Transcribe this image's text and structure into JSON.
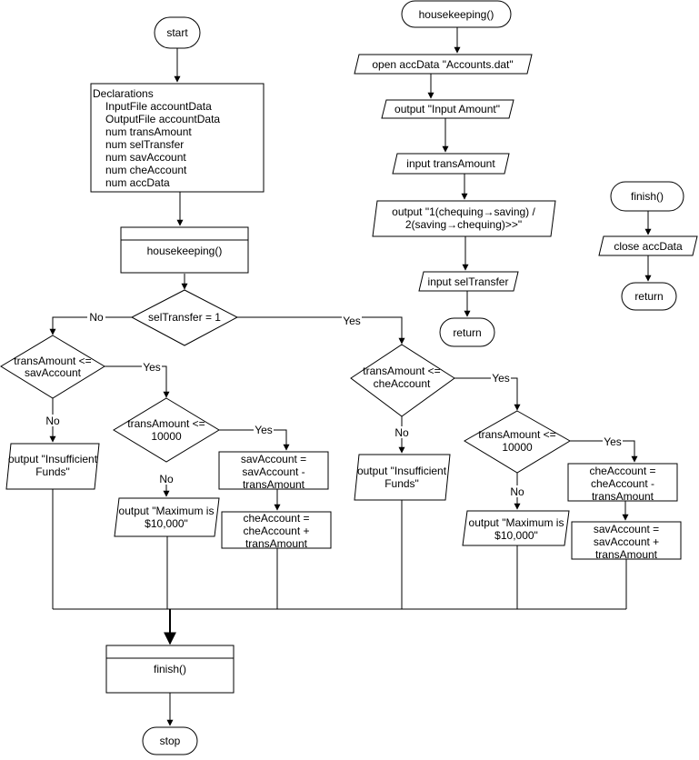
{
  "main": {
    "start": "start",
    "declarations": {
      "title": "Declarations",
      "items": [
        "InputFile accountData",
        "OutputFile accountData",
        "num transAmount",
        "num selTransfer",
        "num savAccount",
        "num cheAccount",
        "num accData"
      ]
    },
    "housekeeping_call": "housekeeping()",
    "decision_sel": "selTransfer = 1",
    "no_label": "No",
    "yes_label": "Yes",
    "left": {
      "decision_sav": [
        "transAmount <=",
        "savAccount"
      ],
      "insufficient": [
        "output \"Insufficient",
        "Funds\""
      ],
      "decision_limit": [
        "transAmount <=",
        "10000"
      ],
      "maximum": [
        "output \"Maximum is",
        "$10,000\""
      ],
      "sav_minus": [
        "savAccount =",
        "savAccount -",
        "transAmount"
      ],
      "che_plus": [
        "cheAccount =",
        "cheAccount +",
        "transAmount"
      ]
    },
    "right": {
      "decision_che": [
        "transAmount <=",
        "cheAccount"
      ],
      "insufficient": [
        "output \"Insufficient",
        "Funds\""
      ],
      "decision_limit": [
        "transAmount <=",
        "10000"
      ],
      "maximum": [
        "output \"Maximum is",
        "$10,000\""
      ],
      "che_minus": [
        "cheAccount =",
        "cheAccount -",
        "transAmount"
      ],
      "sav_plus": [
        "savAccount =",
        "savAccount +",
        "transAmount"
      ]
    },
    "finish_call": "finish()",
    "stop": "stop"
  },
  "housekeeping": {
    "title": "housekeeping()",
    "open": "open accData \"Accounts.dat\"",
    "output_amount": "output \"Input Amount\"",
    "input_amount": "input transAmount",
    "output_choice": [
      "output \"1(chequing→saving) /",
      "2(saving→chequing)>>\""
    ],
    "input_sel": "input selTransfer",
    "return": "return"
  },
  "finish": {
    "title": "finish()",
    "close": "close accData",
    "return": "return"
  }
}
